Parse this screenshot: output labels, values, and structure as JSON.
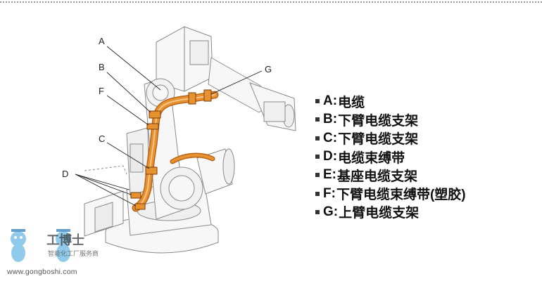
{
  "callouts": [
    "A",
    "B",
    "F",
    "C",
    "D",
    "G"
  ],
  "legend": [
    {
      "code": "A:",
      "desc": "电缆"
    },
    {
      "code": "B:",
      "desc": "下臂电缆支架"
    },
    {
      "code": "C:",
      "desc": "下臂电缆支架"
    },
    {
      "code": "D:",
      "desc": "电缆束缚带"
    },
    {
      "code": "E:",
      "desc": "基座电缆支架"
    },
    {
      "code": "F:",
      "desc": "下臂电缆束缚带(塑胶)"
    },
    {
      "code": "G:",
      "desc": "上臂电缆支架"
    }
  ],
  "watermark": {
    "brand": "工博士",
    "tagline": "智能化工厂服务商",
    "url": "www.gongboshi.com"
  },
  "colors": {
    "cable": "#e8912f",
    "cable_dark": "#b8651a",
    "robot_line": "#8a8a8a",
    "leader": "#222222"
  }
}
